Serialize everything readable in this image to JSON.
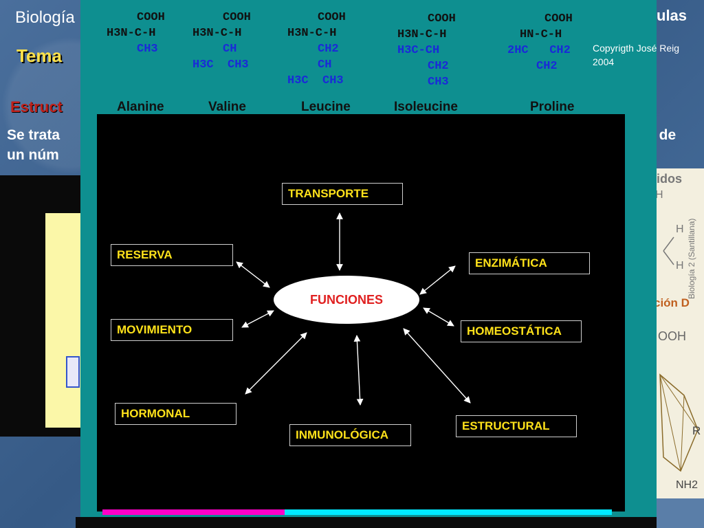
{
  "background_slide": {
    "title_left": "Biología",
    "title_right": "ulas",
    "tema": "Tema",
    "estructura": "Estruct",
    "body_line1": "Se trata",
    "body_line2": "un núm",
    "body_right": "n de"
  },
  "amino_acids": {
    "alanine": {
      "name": "Alanine",
      "cooh": "COOH",
      "top": "H3N-C-H",
      "side": [
        "CH3"
      ]
    },
    "valine": {
      "name": "Valine",
      "cooh": "COOH",
      "top": "H3N-C-H",
      "side": [
        "CH",
        "H3C  CH3"
      ]
    },
    "leucine": {
      "name": "Leucine",
      "cooh": "COOH",
      "top": "H3N-C-H",
      "side": [
        "CH2",
        "CH",
        "H3C  CH3"
      ]
    },
    "isoleucine": {
      "name": "Isoleucine",
      "cooh": "COOH",
      "top": "H3N-C-H",
      "side": [
        "H3C-CH",
        "CH2",
        "CH3"
      ]
    },
    "proline": {
      "name": "Proline",
      "cooh": "COOH",
      "top": "HN-C-H",
      "side": [
        "2HC   CH2",
        "CH2"
      ]
    }
  },
  "copyright": {
    "line1": "Copyrigth José Reig",
    "line2": "2004"
  },
  "diagram": {
    "center": "FUNCIONES",
    "functions": {
      "transporte": "TRANSPORTE",
      "reserva": "RESERVA",
      "enzimatica": "ENZIMÁTICA",
      "movimiento": "MOVIMIENTO",
      "homeostatica": "HOMEOSTÁTICA",
      "hormonal": "HORMONAL",
      "inmunologica": "INMUNOLÓGICA",
      "estructural": "ESTRUCTURAL"
    }
  },
  "right_image": {
    "text_top": "cidos",
    "text_h": "H",
    "text_credit": "Biología 2 (Santillana)",
    "text_d": "ción D",
    "text_ooh": "OOH",
    "text_r": "R",
    "text_nh2": "NH2"
  },
  "colors": {
    "accent_yellow": "#ffe21a",
    "center_red": "#e02020",
    "panel_teal": "#0e8f90",
    "formula_blue": "#1a2ad8",
    "stripe_pink": "#ff00c8",
    "stripe_cyan": "#00e8ff"
  }
}
